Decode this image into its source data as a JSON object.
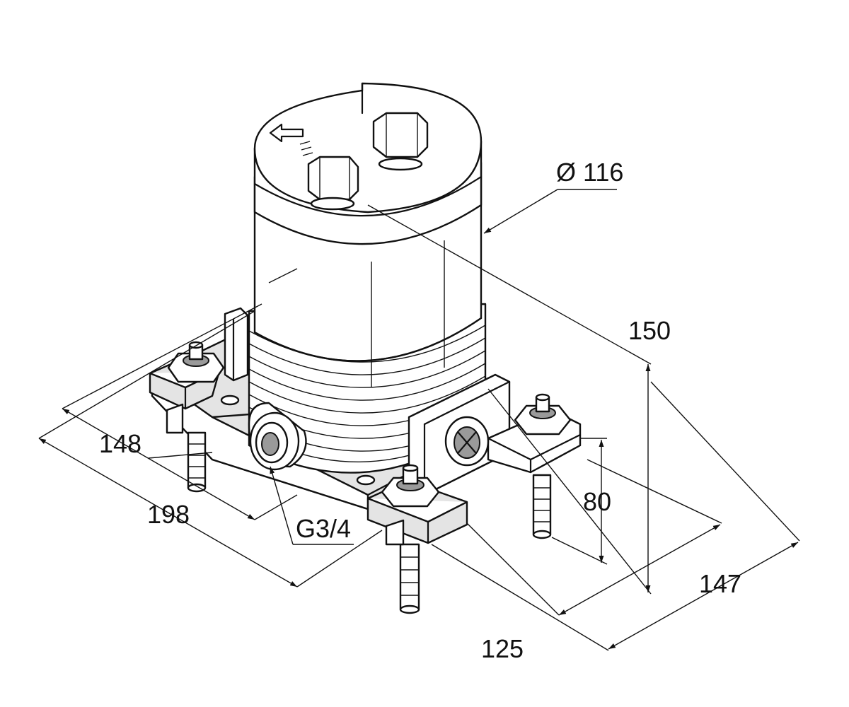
{
  "dimensions": {
    "diameter": "Ø 116",
    "height_total": "150",
    "height_lower": "80",
    "depth_left": "148",
    "width_left": "198",
    "thread": "G3/4",
    "width_right": "147",
    "depth_right": "125"
  },
  "colors": {
    "line": "#111111",
    "body_fill": "#ffffff",
    "shade_fill": "#e4e4e4",
    "nut_fill": "#9a9a9a"
  },
  "icons": {
    "flow_arrow": "arrow-left-icon"
  }
}
